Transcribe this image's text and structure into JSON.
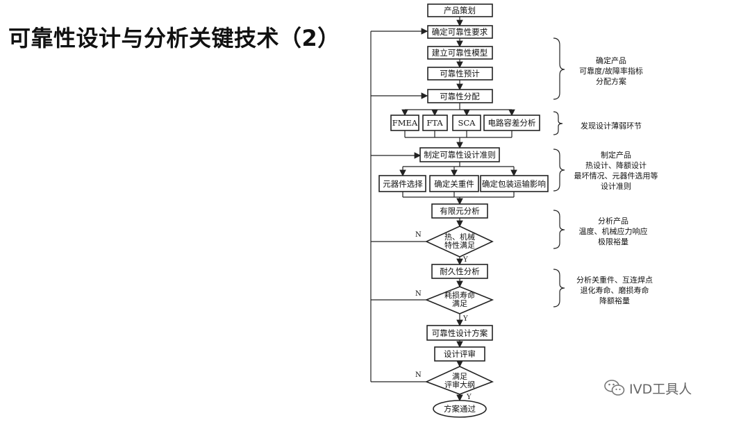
{
  "title": "可靠性设计与分析关键技术（2）",
  "flow": {
    "product_planning": "产品策划",
    "define_req": "确定可靠性要求",
    "build_model": "建立可靠性模型",
    "prediction": "可靠性预计",
    "allocation": "可靠性分配",
    "analyses": [
      "FMEA",
      "FTA",
      "SCA",
      "电路容差分析"
    ],
    "guidelines": "制定可靠性设计准则",
    "sub_guidelines": [
      "元器件选择",
      "确定关重件",
      "确定包装运输影响"
    ],
    "fea": "有限元分析",
    "thermal_check": [
      "热、机械",
      "特性满足"
    ],
    "durability": "耐久性分析",
    "life_check": [
      "耗损寿命",
      "满足"
    ],
    "design_scheme": "可靠性设计方案",
    "design_review": "设计评审",
    "review_check": [
      "满足",
      "评审大纲"
    ],
    "pass": "方案通过",
    "no_label": "N",
    "yes_label": "Y"
  },
  "notes": {
    "n1": [
      "确定产品",
      "可靠度/故障率指标",
      "分配方案"
    ],
    "n2": [
      "发现设计薄弱环节"
    ],
    "n3": [
      "制定产品",
      "热设计、降额设计",
      "最坏情况、元器件选用等",
      "设计准则"
    ],
    "n4": [
      "分析产品",
      "温度、机械应力响应",
      "极限裕量"
    ],
    "n5": [
      "分析关重件、互连焊点",
      "退化寿命、磨损寿命",
      "降额裕量"
    ]
  },
  "watermark": "IVD工具人"
}
